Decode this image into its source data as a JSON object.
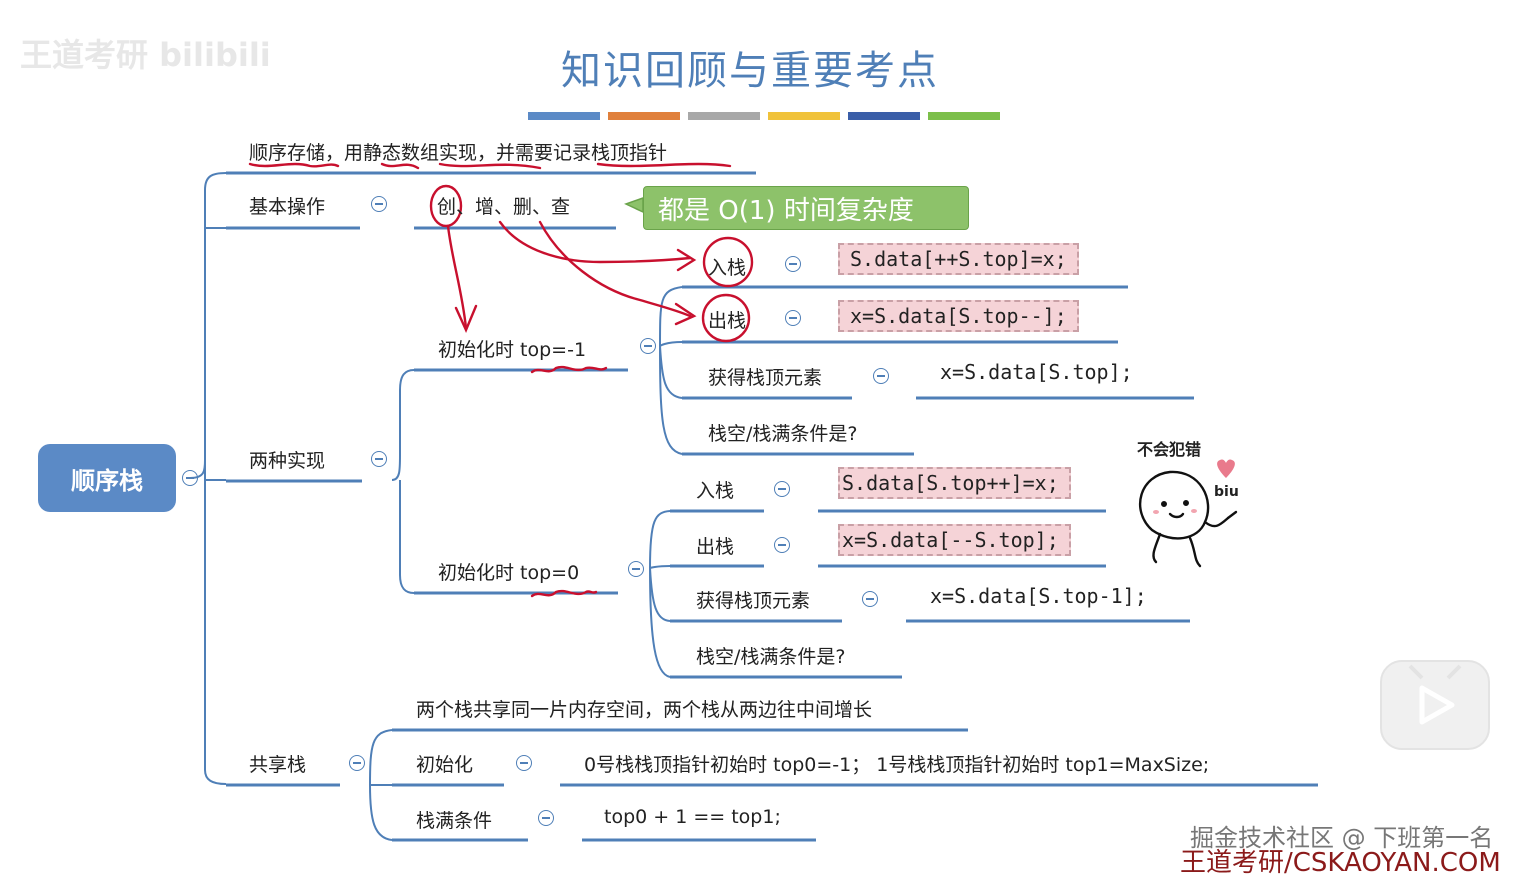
{
  "title": "知识回顾与重要考点",
  "watermark_top": "王道考研 bilibili",
  "watermark_bottom_1": "掘金技术社区 @ 下班第一名",
  "watermark_bottom_2": "王道考研/CSKAOYAN.COM",
  "root": "顺序栈",
  "colors": {
    "blue": "#5b8ac6",
    "line": "#4f7fb7",
    "pink": "#f5d3d7",
    "green": "#8dc26a",
    "red": "#c8102e"
  },
  "color_bars": [
    "#5b8ac6",
    "#e0803c",
    "#a8a8a8",
    "#f0c23a",
    "#3a5ea8",
    "#7cbf4a"
  ],
  "branch_storage": "顺序存储，用静态数组实现，并需要记录栈顶指针",
  "branch_ops": {
    "label": "基本操作",
    "ops_text": "创、增、删、查",
    "callout": "都是 O(1) 时间复杂度"
  },
  "branch_impl": {
    "label": "两种实现",
    "impl_a": {
      "label": "初始化时 top=-1",
      "push": {
        "label": "入栈",
        "code": "S.data[++S.top]=x;"
      },
      "pop": {
        "label": "出栈",
        "code": "x=S.data[S.top--];"
      },
      "get": {
        "label": "获得栈顶元素",
        "code": "x=S.data[S.top];"
      },
      "cond": "栈空/栈满条件是?"
    },
    "impl_b": {
      "label": "初始化时 top=0",
      "push": {
        "label": "入栈",
        "code": "S.data[S.top++]=x;"
      },
      "pop": {
        "label": "出栈",
        "code": "x=S.data[--S.top];"
      },
      "get": {
        "label": "获得栈顶元素",
        "code": "x=S.data[S.top-1];"
      },
      "cond": "栈空/栈满条件是?"
    }
  },
  "branch_shared": {
    "label": "共享栈",
    "desc": "两个栈共享同一片内存空间，两个栈从两边往中间增长",
    "init_label": "初始化",
    "init_text": "0号栈栈顶指针初始时 top0=-1；  1号栈栈顶指针初始时  top1=MaxSize;",
    "full_label": "栈满条件",
    "full_text": "top0 + 1 == top1;"
  },
  "sticker": {
    "caption": "不会犯错",
    "sound": "biu",
    "icon": "smiley-sticker-icon"
  },
  "play_icon": "play-button-icon"
}
